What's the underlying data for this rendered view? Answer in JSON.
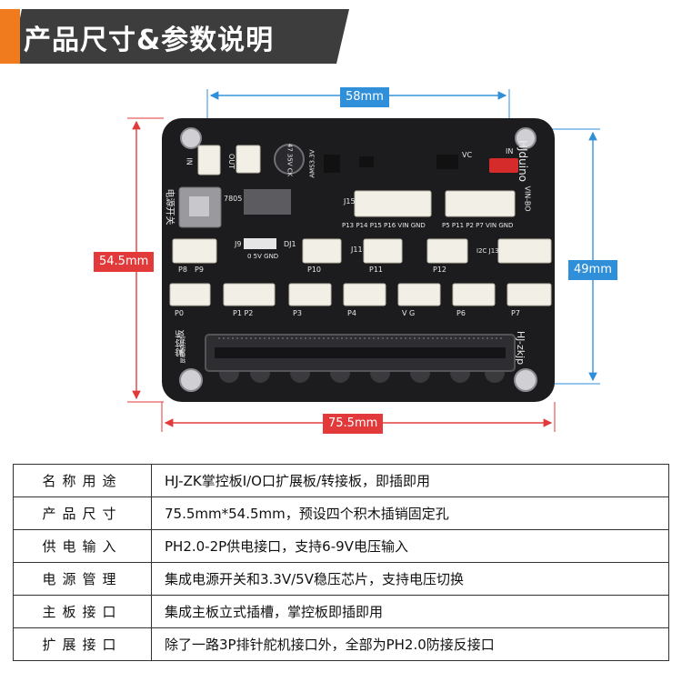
{
  "header": {
    "title": "产品尺寸&参数说明"
  },
  "dimensions": {
    "top_width": "58mm",
    "bottom_width": "75.5mm",
    "left_height": "54.5mm",
    "right_height": "49mm"
  },
  "board": {
    "silkscreen": {
      "in": "IN",
      "out": "OUT",
      "power_switch": "电源开关",
      "cap": "47 35V CK",
      "ams": "AMS3.3V",
      "reg": "7805",
      "j15": "J15",
      "hjduino": "HJduino",
      "vc": "VC",
      "in_right": "IN",
      "pin_row1": "P13 P14 P15 P16 VIN GND",
      "pin_row2": "P5 P11 P2 P7 VIN GND",
      "vin_bo": "VIN-BO",
      "j9": "J9",
      "dj1": "DJ1",
      "o5v": "0 5V GND",
      "p10": "P10",
      "j11": "J11",
      "p11": "P11",
      "p12": "P12",
      "i2c": "I2C J13",
      "p8": "P8",
      "p9": "P9",
      "p0": "P0",
      "p1": "P1 P2",
      "p3": "P3",
      "p4": "P4",
      "p6": "P6",
      "p7": "P7",
      "vg": "V G",
      "zkb": "掌控板",
      "zkb_sub": "屏幕朝方向",
      "hjzk": "HJ-zkjp"
    }
  },
  "specs": [
    {
      "key": "名称用途",
      "value": "HJ-ZK掌控板I/O口扩展板/转接板，即插即用"
    },
    {
      "key": "产品尺寸",
      "value": "75.5mm*54.5mm，预设四个积木插销固定孔"
    },
    {
      "key": "供电输入",
      "value": "PH2.0-2P供电接口，支持6-9V电压输入"
    },
    {
      "key": "电源管理",
      "value": "集成电源开关和3.3V/5V稳压芯片，支持电压切换"
    },
    {
      "key": "主板接口",
      "value": "集成主板立式插槽，掌控板即插即用"
    },
    {
      "key": "扩展接口",
      "value": "除了一路3P排针舵机接口外，全部为PH2.0防接反接口"
    }
  ],
  "colors": {
    "accent_orange": "#f07a1e",
    "banner_dark": "#3d3d3d",
    "dim_blue": "#2f8fd8",
    "dim_red": "#e23a3a",
    "pcb": "#1c1c1e"
  }
}
